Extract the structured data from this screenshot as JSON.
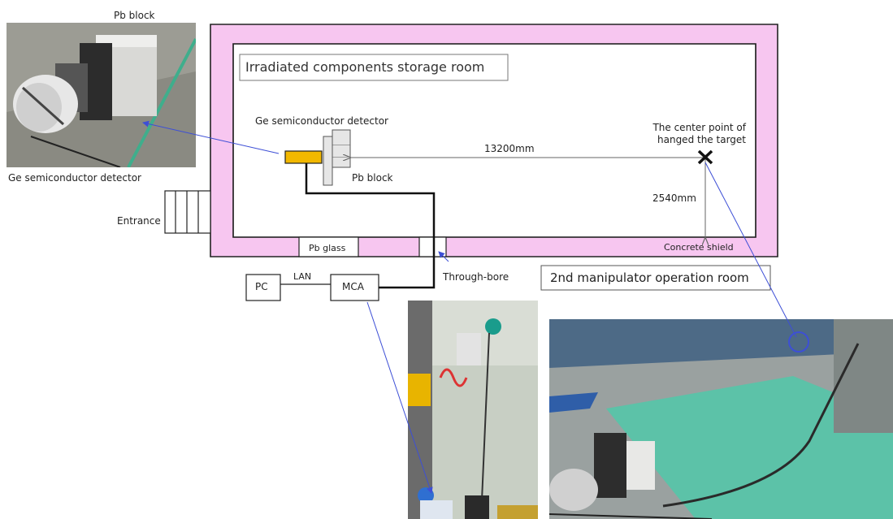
{
  "labels": {
    "pb_block_photo": "Pb block",
    "ge_detector_photo": "Ge semiconductor detector",
    "entrance": "Entrance",
    "room_title": "Irradiated components storage room",
    "ge_detector": "Ge semiconductor detector",
    "pb_block": "Pb block",
    "distance_horizontal": "13200mm",
    "target_center": "The center point of hanged the target",
    "distance_vertical": "2540mm",
    "concrete_shield": "Concrete shield",
    "pb_glass": "Pb glass",
    "through_bore": "Through-bore",
    "pc": "PC",
    "lan": "LAN",
    "mca": "MCA",
    "operation_room": "2nd manipulator operation room"
  },
  "colors": {
    "concrete_shield": "#f7c6f0",
    "detector": "#f2b800",
    "pointer_arrow": "#3d4fd6",
    "target_marker": "#111111"
  }
}
